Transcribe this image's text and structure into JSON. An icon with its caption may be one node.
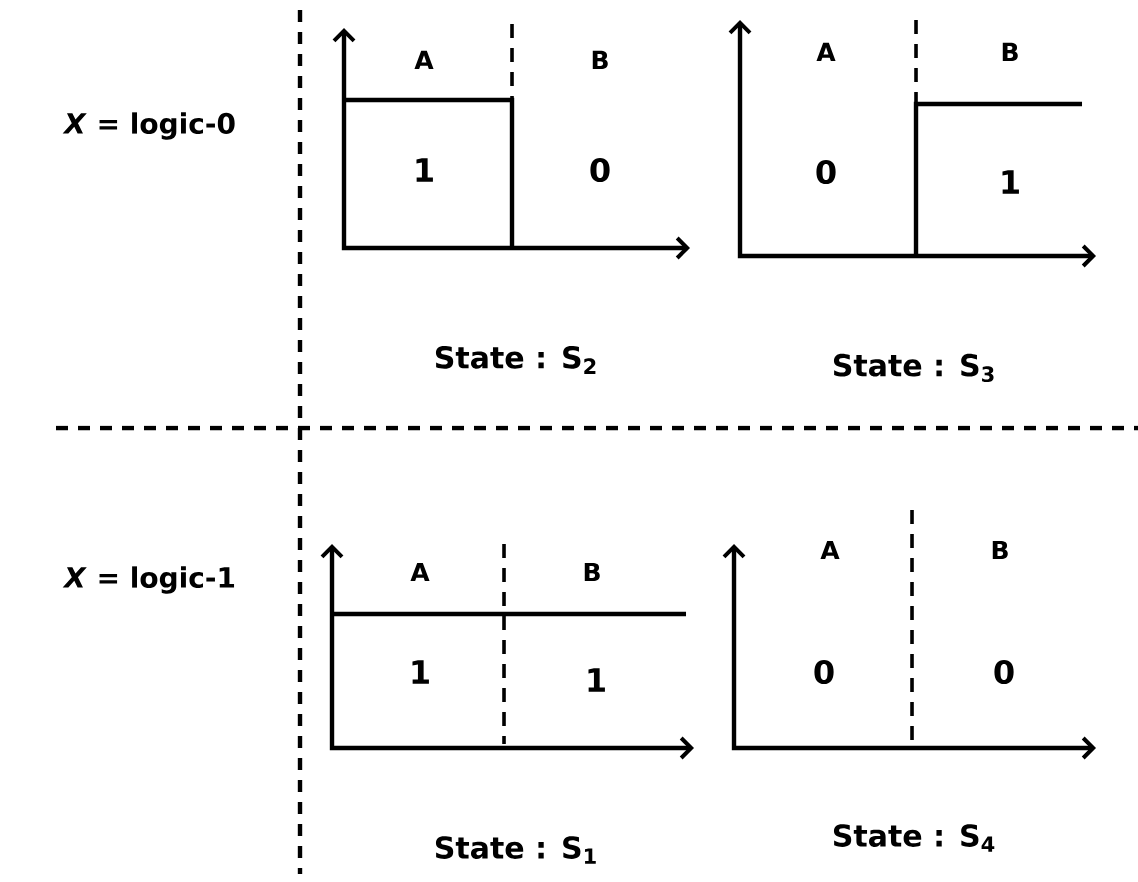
{
  "diagram": {
    "labels": [
      "*X* = logic-0",
      "A",
      "B",
      "A",
      "B",
      "1",
      "0",
      "0",
      "1",
      "State : S$_{2}$",
      "State : S$_{3}$",
      "*X* = logic-1",
      "A",
      "B",
      "A",
      "B",
      "1",
      "1",
      "0",
      "0",
      "State : S$_{1}$",
      "State : S$_{4}$"
    ]
  }
}
